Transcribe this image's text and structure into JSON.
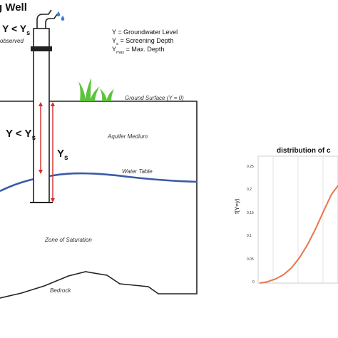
{
  "diagram": {
    "title": "g Well",
    "y_less_top": "Y < Y",
    "y_less_top_sub": "s",
    "observed": "observed",
    "legend": {
      "line1": "Y = Groundwater Level",
      "line2_pre": "Y",
      "line2_sub": "s",
      "line2_post": " = Screening Depth",
      "line3_pre": "Y",
      "line3_sub": "max",
      "line3_post": " = Max. Depth"
    },
    "ground_surface": "Ground Surface (Y = 0)",
    "y_less_mid": "Y < Y",
    "y_less_mid_sub": "s",
    "ys": "Y",
    "ys_sub": "s",
    "aquifer": "Aquifer Medium",
    "water_table": "Water Table",
    "zone": "Zone of Saturation",
    "bedrock": "Bedrock",
    "colors": {
      "water_table": "#3a5ba8",
      "arrows": "#d42a2a",
      "grass": "#5cc33c",
      "drop": "#3b7dd8"
    }
  },
  "chart_data": {
    "type": "line",
    "title": "distribution of c",
    "ylabel": "f(Y=y)",
    "yticks": [
      "0.25",
      "0.2",
      "0.15",
      "0.1",
      "0.05",
      "0"
    ],
    "ylim": [
      0,
      0.25
    ],
    "color": "#e8764a",
    "series": [
      {
        "x": [
          0,
          0.1,
          0.2,
          0.3,
          0.4,
          0.5,
          0.6,
          0.7,
          0.8,
          0.9,
          1.0
        ],
        "values": [
          0,
          0.003,
          0.009,
          0.018,
          0.033,
          0.055,
          0.083,
          0.117,
          0.155,
          0.192,
          0.215
        ]
      }
    ]
  }
}
